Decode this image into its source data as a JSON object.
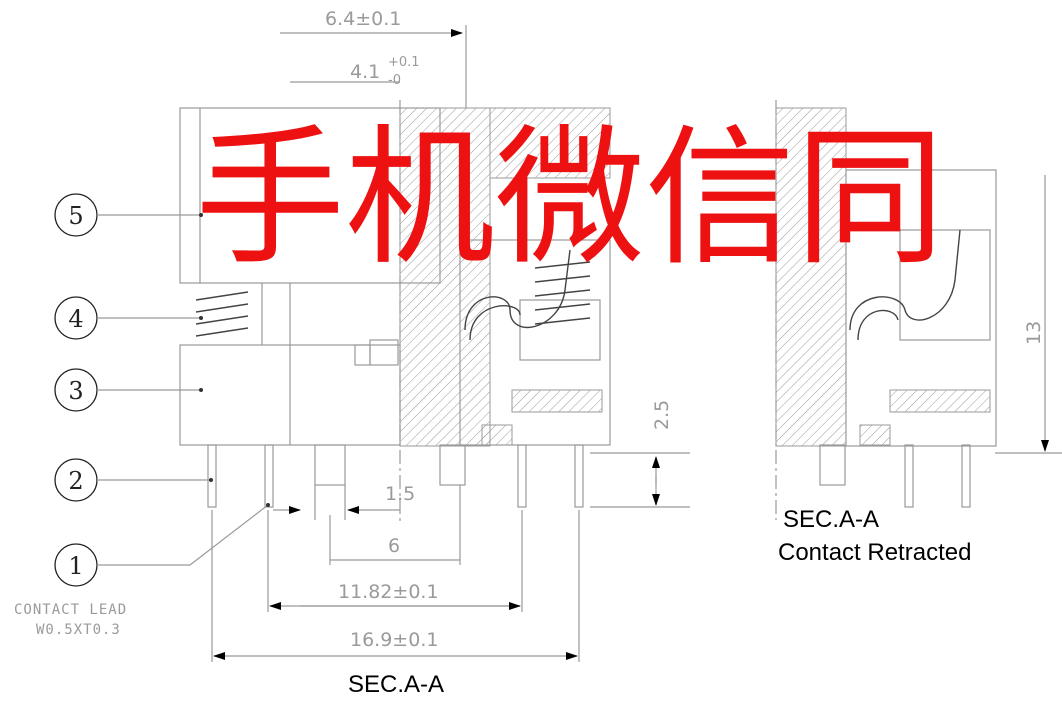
{
  "dimensions": {
    "d_6_4": "6.4±0.1",
    "d_4_1": "4.1",
    "d_4_1_tol_up": "+0.1",
    "d_4_1_tol_down": "-0",
    "d_1_5": "1.5",
    "d_6": "6",
    "d_11_82": "11.82±0.1",
    "d_16_9": "16.9±0.1",
    "d_2_5": "2.5",
    "d_13": "13"
  },
  "callouts": [
    "5",
    "4",
    "3",
    "2",
    "1"
  ],
  "contact_lead": {
    "line1": "CONTACT LEAD",
    "line2": "W0.5XT0.3"
  },
  "captions": {
    "main": "SEC.A-A",
    "secondary_title": "SEC.A-A",
    "secondary_sub": "Contact Retracted"
  },
  "watermark": {
    "text": "手机微信同",
    "color": "#ee1111"
  }
}
